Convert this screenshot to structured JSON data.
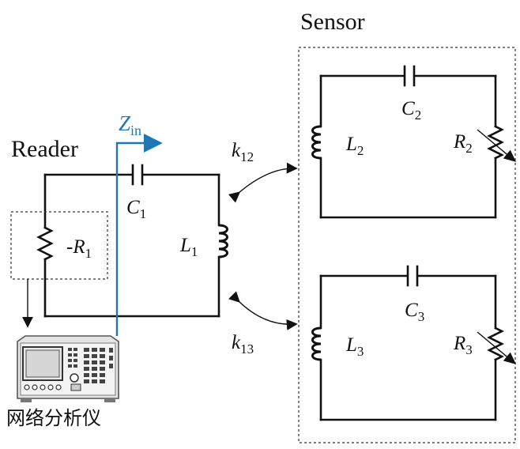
{
  "labels": {
    "sensor": "Sensor",
    "reader": "Reader",
    "zin": "Z",
    "zin_sub": "in",
    "k12": "k",
    "k12_sub": "12",
    "k13": "k",
    "k13_sub": "13",
    "c1": "C",
    "c1_sub": "1",
    "l1": "L",
    "l1_sub": "1",
    "r1_prefix": "-",
    "r1": "R",
    "r1_sub": "1",
    "c2": "C",
    "c2_sub": "2",
    "l2": "L",
    "l2_sub": "2",
    "r2": "R",
    "r2_sub": "2",
    "c3": "C",
    "c3_sub": "3",
    "l3": "L",
    "l3_sub": "3",
    "r3": "R",
    "r3_sub": "3",
    "analyzer": "网络分析仪"
  },
  "colors": {
    "wire": "#111111",
    "zin_arrow": "#1f78b4"
  },
  "icons": {
    "instrument": "network-analyzer-icon"
  }
}
